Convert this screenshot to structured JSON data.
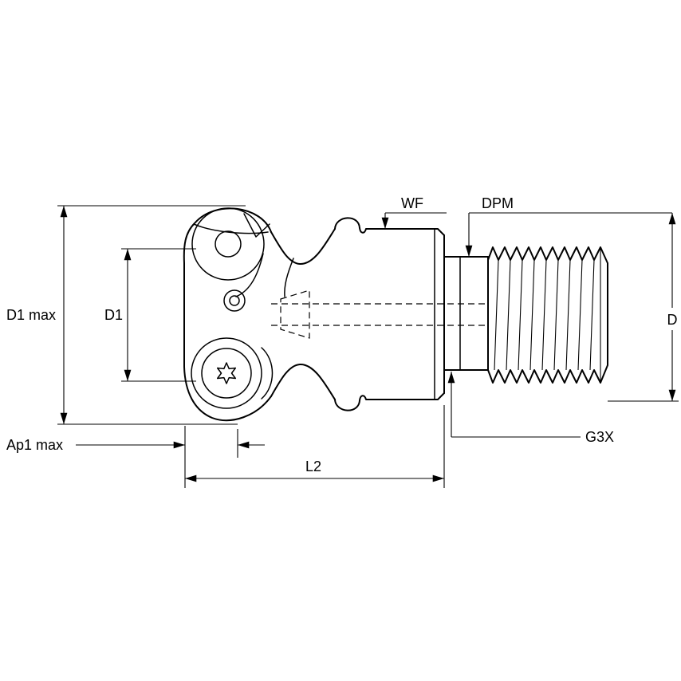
{
  "diagram": {
    "type": "technical-drawing",
    "subject": "modular-milling-cutter-with-threaded-shank",
    "labels": {
      "d1_max": "D1 max",
      "d1": "D1",
      "ap1_max": "Ap1 max",
      "wf": "WF",
      "dpm": "DPM",
      "g3x": "G3X",
      "l2": "L2",
      "d": "D"
    },
    "colors": {
      "line": "#000000",
      "background": "#ffffff"
    }
  }
}
